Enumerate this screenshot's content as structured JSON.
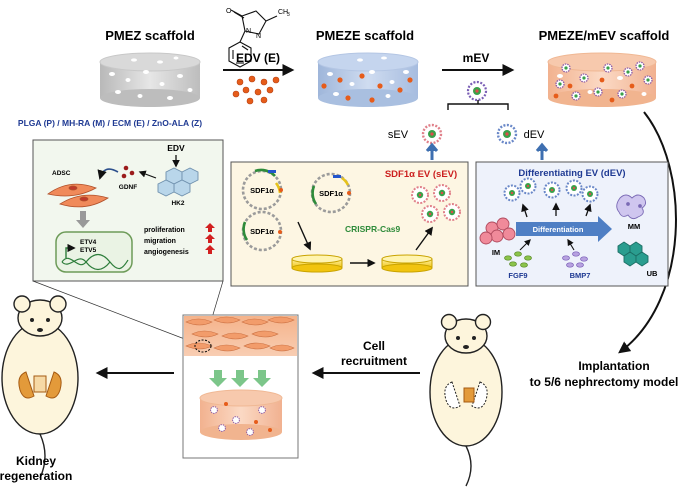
{
  "top": {
    "pmez_title": "PMEZ scaffold",
    "pmez_components": "PLGA (P) / MH-RA (M) / ECM (E) / ZnO-ALA (Z)",
    "edv_label": "EDV (E)",
    "molecule_methyl": "CH",
    "molecule_methyl_sub": "3",
    "molecule_n1": "N",
    "molecule_n2": "N",
    "molecule_o": "O",
    "pmeze_title": "PMEZE scaffold",
    "mev_label": "mEV",
    "pmeze_mev_title": "PMEZE/mEV scaffold"
  },
  "ev_types": {
    "sev_label": "sEV",
    "dev_label": "dEV"
  },
  "inset": {
    "adsc": "ADSC",
    "gdnf": "GDNF",
    "edv": "EDV",
    "hk2": "HK2",
    "etv4": "ETV4",
    "etv5": "ETV5",
    "effects": [
      "proliferation",
      "migration",
      "angiogenesis"
    ]
  },
  "sdf_box": {
    "title": "SDF1α EV (sEV)",
    "plasmid_labels": [
      "SDF1α",
      "SDF1α",
      "SDF1α"
    ],
    "method": "CRISPR-Cas9"
  },
  "diff_box": {
    "title": "Differentiating EV (dEV)",
    "im": "IM",
    "differentiation": "Differentiation",
    "mm": "MM",
    "ub": "UB",
    "fgf9": "FGF9",
    "bmp7": "BMP7"
  },
  "bottom": {
    "cell_recruitment_line1": "Cell",
    "cell_recruitment_line2": "recruitment",
    "implantation_line1": "Implantation",
    "implantation_line2": "to 5/6 nephrectomy model",
    "kidney_line1": "Kidney",
    "kidney_line2": "regeneration"
  },
  "colors": {
    "navy_text": "#1f3a93",
    "red_text": "#cc1f1f",
    "blue_arrow": "#3e6fb0",
    "box_fill": "#fdf6e3",
    "box_border": "#555555",
    "edv_dot": "#e65c1a",
    "pink_ev": "#e0808a",
    "blue_ev": "#6a88c8",
    "green_core": "#3aa04a"
  }
}
